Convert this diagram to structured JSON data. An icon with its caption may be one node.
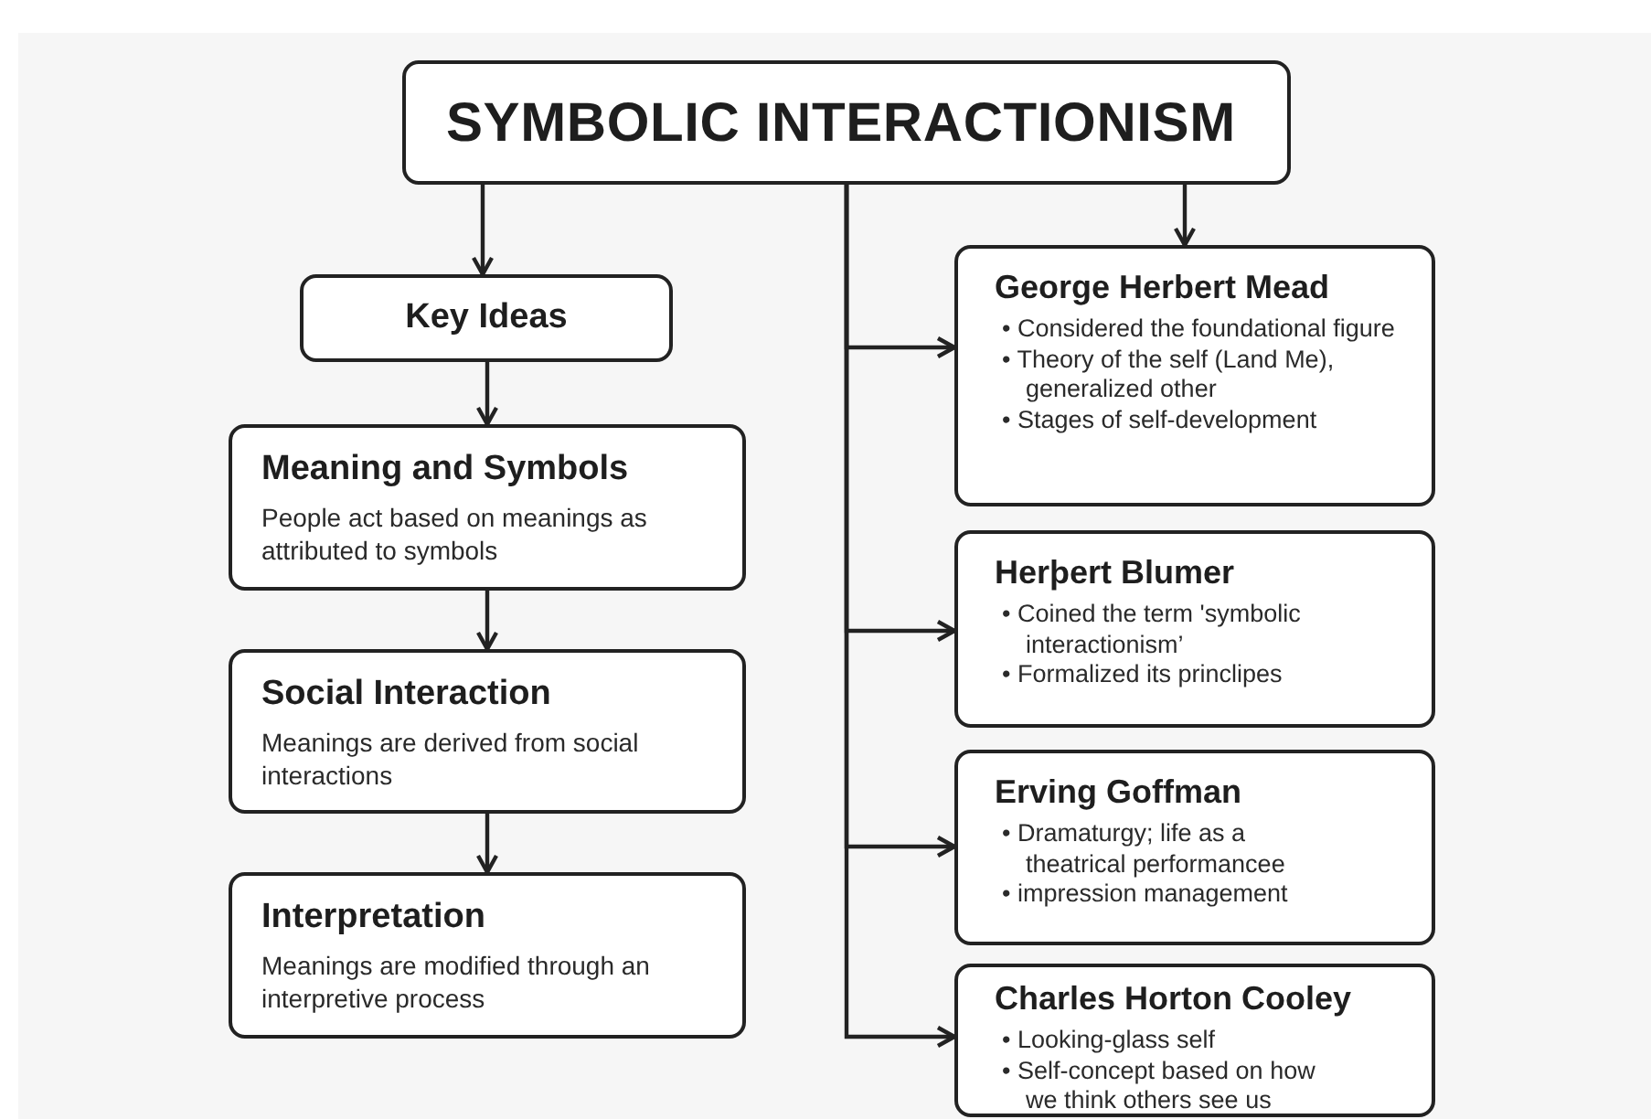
{
  "diagram": {
    "nodes": [
      {
        "text": [
          "SYMBOLIC INTERACTIONISM"
        ]
      },
      {
        "text": [
          "Key Ideas"
        ]
      },
      {
        "text": [
          "Meaning and Symbols",
          "People act based on meanings as attributed to symbols"
        ]
      },
      {
        "text": [
          "Social Interaction",
          "Meanings are derived from social interactions"
        ]
      },
      {
        "text": [
          "Interpretation",
          "Meanings are modified through an interpretive process"
        ]
      },
      {
        "text": [
          "George Herbert Mead",
          "• Considered the foundational figure",
          "• Theory of the self (Land Me), generalized other",
          "• Stages of self-development"
        ]
      },
      {
        "text": [
          "Herþert Blumer",
          "• Coined the term 'symbolic interactionism’",
          "• Formalized its princlipes"
        ]
      },
      {
        "text": [
          "Erving Goffman",
          "• Dramaturgy; life as a theatrical performancee",
          "• impression management"
        ]
      },
      {
        "text": [
          "Charles Horton Cooley",
          "• Looking-glass self",
          "• Self-concept based on how we think others see us"
        ]
      }
    ],
    "edges": [
      {
        "from": 0,
        "to": 1,
        "arrow": "to"
      },
      {
        "from": 1,
        "to": 2,
        "arrow": "to"
      },
      {
        "from": 2,
        "to": 3,
        "arrow": "to"
      },
      {
        "from": 3,
        "to": 4,
        "arrow": "to"
      },
      {
        "from": 0,
        "to": 5,
        "arrow": "to"
      },
      {
        "from": 0,
        "to": 5,
        "arrow": "to"
      },
      {
        "from": 0,
        "to": 6,
        "arrow": "to"
      },
      {
        "from": 0,
        "to": 7,
        "arrow": "to"
      },
      {
        "from": 0,
        "to": 8,
        "arrow": "to"
      }
    ]
  }
}
